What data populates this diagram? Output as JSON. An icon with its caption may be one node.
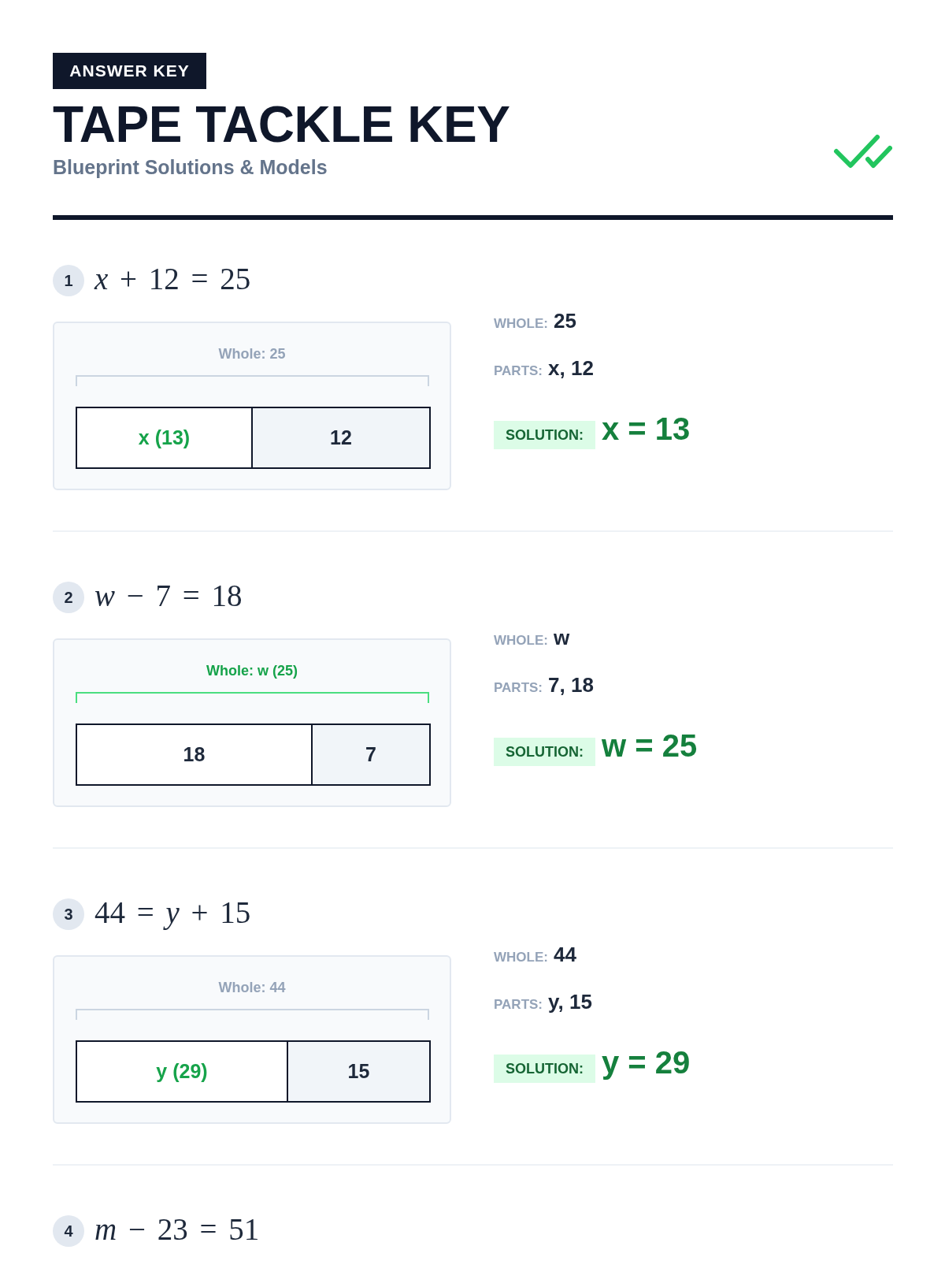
{
  "diagram": {
    "title": "TAPE TACKLE KEY",
    "nodes": [
      {
        "text": [
          "ANSWER KEY"
        ]
      },
      {
        "text": [
          "1"
        ],
        "beside": [
          "*x* + 12 = 25"
        ]
      },
      {
        "text": [
          "Whole: 25"
        ]
      },
      {
        "text": [
          "x (13)"
        ],
        "in": 2
      },
      {
        "text": [
          "12"
        ],
        "in": 2
      },
      {
        "text": [
          "SOLUTION:"
        ],
        "beside": [
          "x = 13"
        ]
      },
      {
        "text": [
          "2"
        ],
        "beside": [
          "*w* − 7 = 18"
        ]
      },
      {
        "text": [
          "Whole: w (25)"
        ]
      },
      {
        "text": [
          "18"
        ],
        "in": 7
      },
      {
        "text": [
          "7"
        ],
        "in": 7
      },
      {
        "text": [
          "SOLUTION:"
        ],
        "beside": [
          "w = 25"
        ]
      },
      {
        "text": [
          "3"
        ],
        "beside": [
          "44 = *y* + 15"
        ]
      },
      {
        "text": [
          "Whole: 44"
        ]
      },
      {
        "text": [
          "y (29)"
        ],
        "in": 12
      },
      {
        "text": [
          "15"
        ],
        "in": 12
      },
      {
        "text": [
          "SOLUTION:"
        ],
        "beside": [
          "y = 29"
        ]
      },
      {
        "text": [
          "4"
        ],
        "beside": [
          "*m* − 23 = 51"
        ]
      }
    ],
    "labels": [
      "Blueprint Solutions & Models",
      "WHOLE:",
      "25",
      "PARTS:",
      "x, 12",
      "WHOLE:",
      "w",
      "PARTS:",
      "7, 18",
      "WHOLE:",
      "44",
      "PARTS:",
      "y, 15"
    ]
  }
}
